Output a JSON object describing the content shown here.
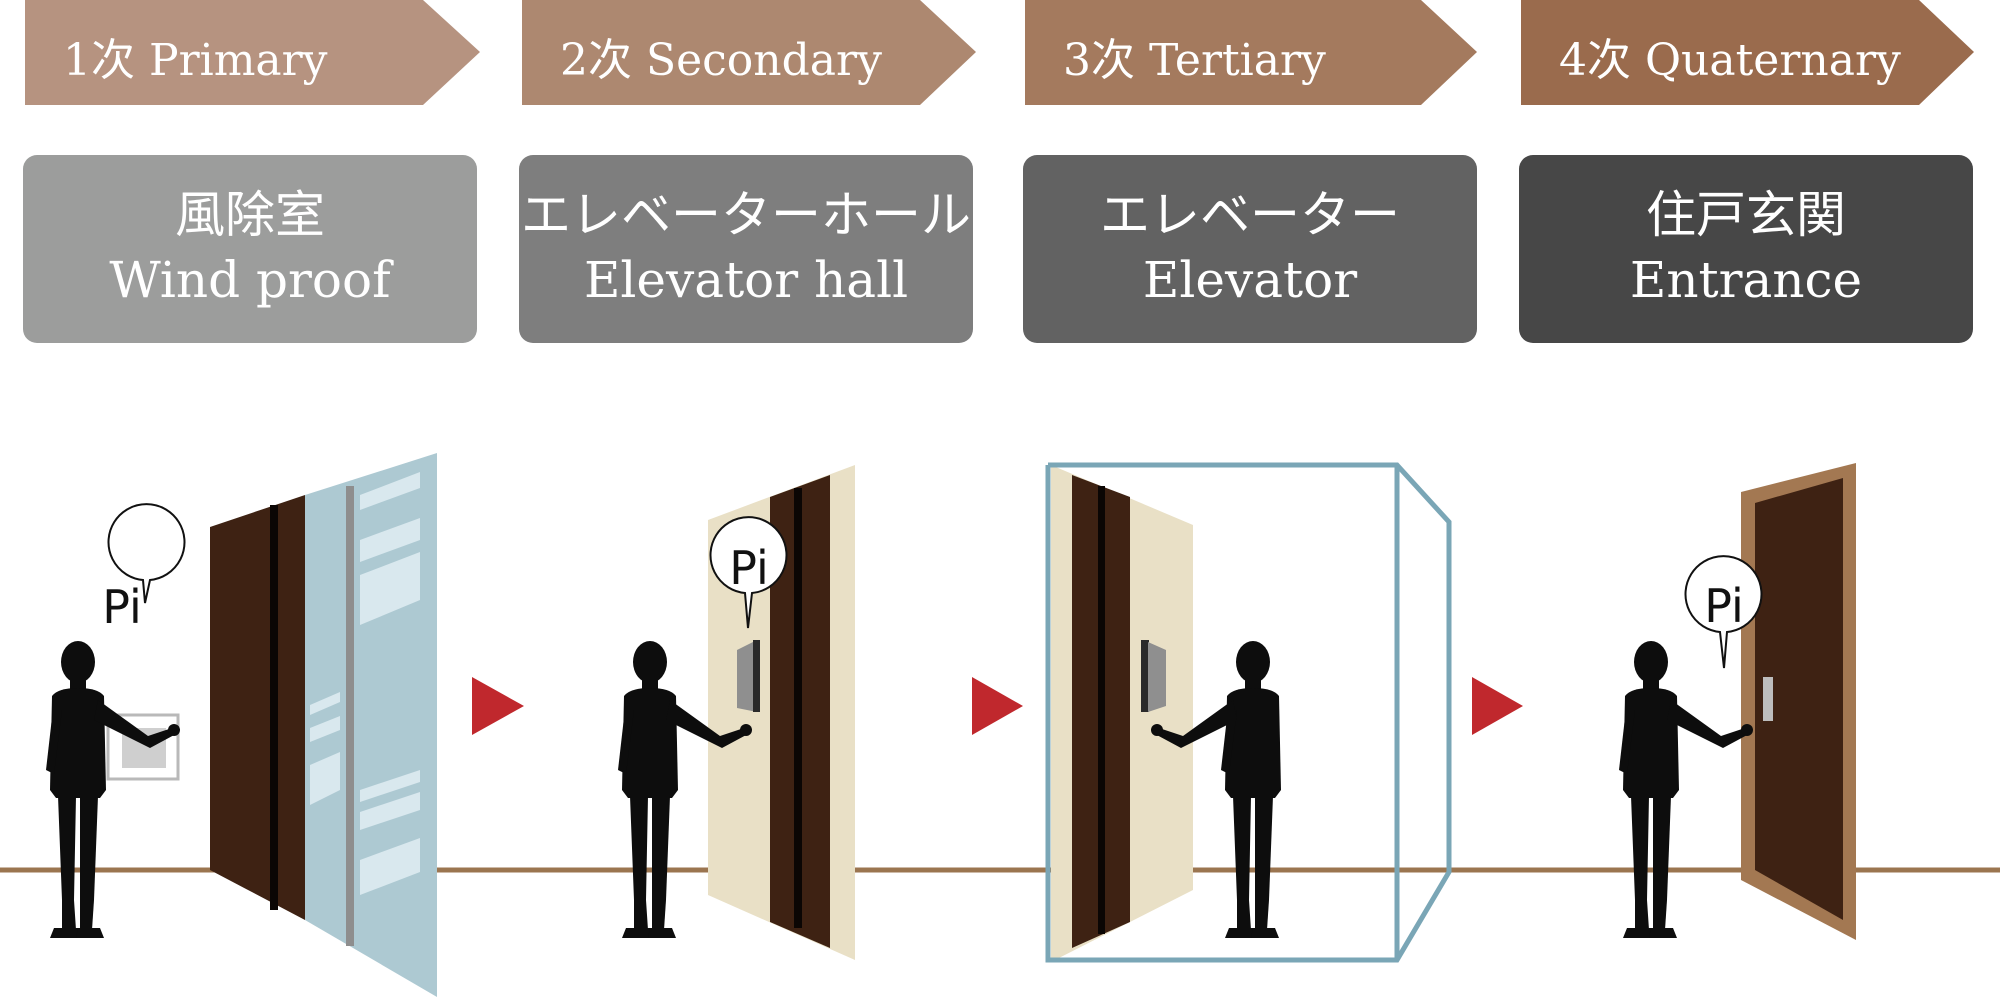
{
  "stages": [
    {
      "label": "1次 Primary",
      "color": "#b69380"
    },
    {
      "label": "2次 Secondary",
      "color": "#ad8870"
    },
    {
      "label": "3次 Tertiary",
      "color": "#a47a5e"
    },
    {
      "label": "4次 Quaternary",
      "color": "#9a6b4d"
    }
  ],
  "zones": [
    {
      "jp": "風除室",
      "en": "Wind proof",
      "color": "#9c9d9c"
    },
    {
      "jp": "エレベーターホール",
      "en": "Elevator hall",
      "color": "#7e7e7e"
    },
    {
      "jp": "エレベーター",
      "en": "Elevator",
      "color": "#626262"
    },
    {
      "jp": "住戸玄関",
      "en": "Entrance",
      "color": "#474747"
    }
  ],
  "bubble_text": "Pi",
  "colors": {
    "door": "#3e2213",
    "glass": "#adc9d2",
    "wall_beige": "#e9e0c6",
    "floor_line": "#9b7550",
    "next_arrow": "#c0282d",
    "elevator_frame": "#7aa6b6",
    "door_frame": "#a37852",
    "silhouette": "#0d0d0d"
  }
}
